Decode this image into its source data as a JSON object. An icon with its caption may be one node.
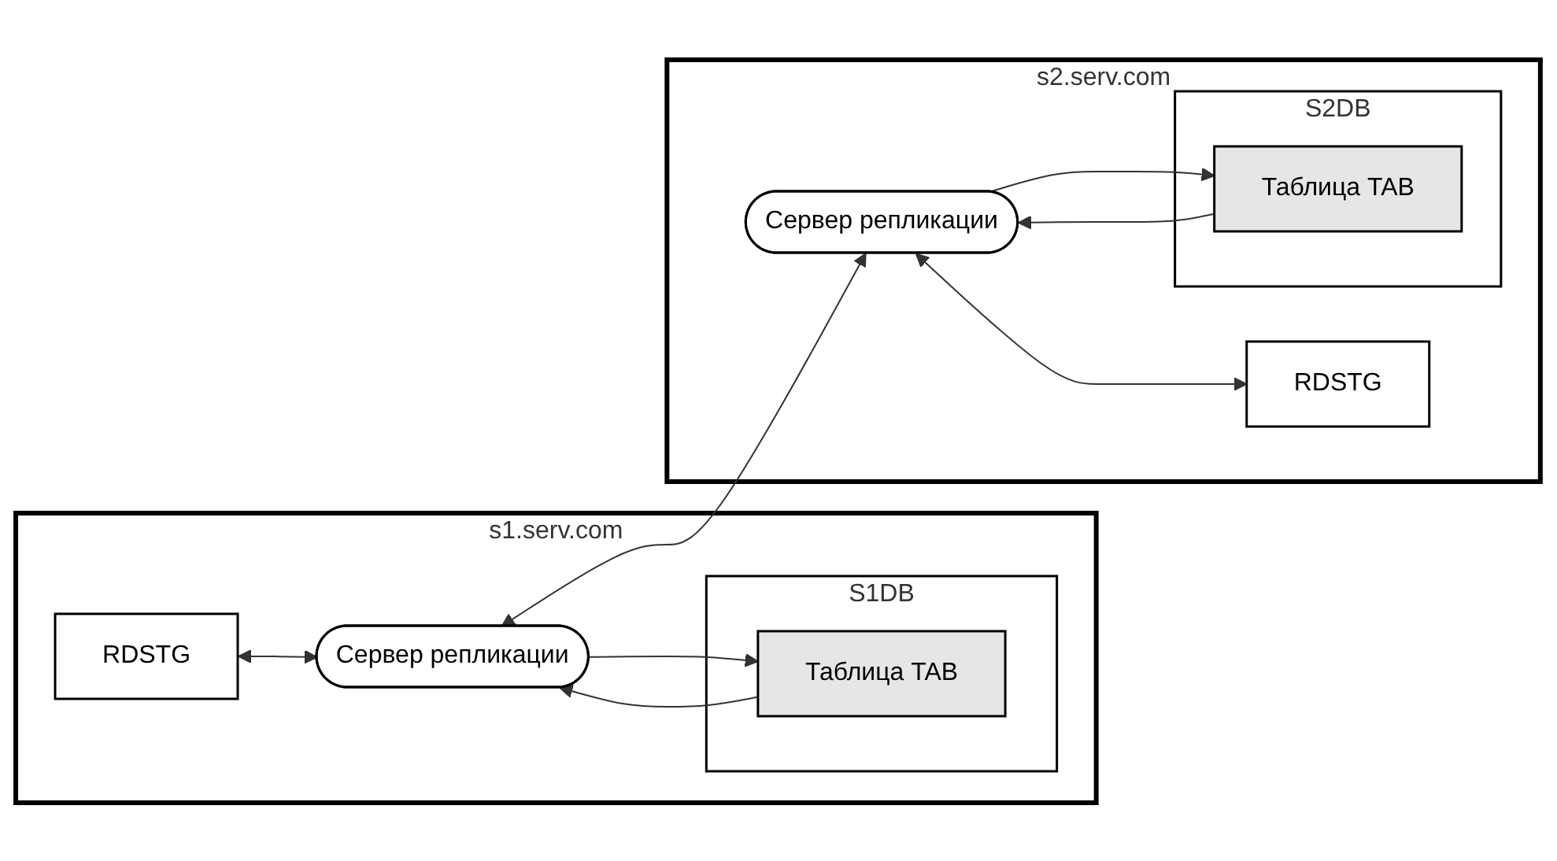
{
  "diagram": {
    "nodes": [
      {
        "text": [
          "s1.serv.com"
        ]
      },
      {
        "text": [
          "RDSTG"
        ],
        "in": 0
      },
      {
        "text": [
          "S1DB"
        ],
        "in": 0
      },
      {
        "text": [
          "Таблица TAB"
        ],
        "in": 2
      },
      {
        "text": [
          "Сервер репликации"
        ],
        "in": 0
      },
      {
        "text": [
          "s2.serv.com"
        ]
      },
      {
        "text": [
          "Сервер репликации"
        ],
        "in": 5
      },
      {
        "text": [
          "S2DB"
        ],
        "in": 5
      },
      {
        "text": [
          "Таблица TAB"
        ],
        "in": 7
      },
      {
        "text": [
          "RDSTG"
        ],
        "in": 5
      }
    ],
    "edges": [
      {
        "from": 1,
        "to": 4,
        "arrow": "both"
      },
      {
        "from": 4,
        "to": 3,
        "arrow": "to"
      },
      {
        "from": 3,
        "to": 4,
        "arrow": "to"
      },
      {
        "from": 4,
        "to": 6,
        "arrow": "both"
      },
      {
        "from": 6,
        "to": 8,
        "arrow": "to"
      },
      {
        "from": 8,
        "to": 6,
        "arrow": "to"
      },
      {
        "from": 6,
        "to": 9,
        "arrow": "both"
      }
    ]
  }
}
